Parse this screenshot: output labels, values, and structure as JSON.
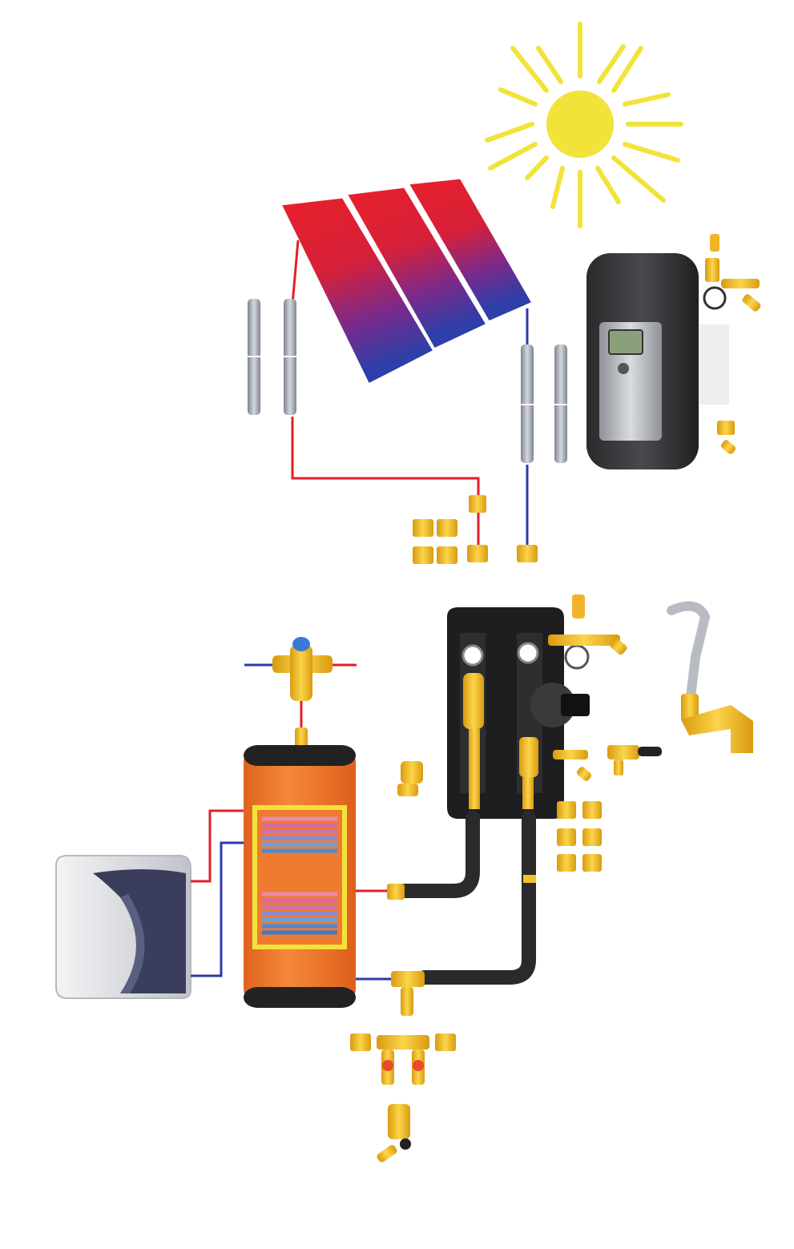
{
  "diagram": {
    "type": "solar-thermal-system-illustration",
    "text_labels": [],
    "colors": {
      "sun": "#f2e33a",
      "hot_pipe": "#e21e2a",
      "cold_pipe": "#2b3aa8",
      "brass": "#f2c12a",
      "tank": "#ef7a2c",
      "insulation": "#2a2a2a"
    },
    "components": [
      {
        "name": "sun",
        "icon": "sun-icon"
      },
      {
        "name": "solar-collector-panels",
        "count": 3
      },
      {
        "name": "solar-pump-station",
        "icon": "pump-station-icon"
      },
      {
        "name": "flexible-connection-hoses",
        "count": 4
      },
      {
        "name": "compression-fittings"
      },
      {
        "name": "thermostatic-mixing-valve"
      },
      {
        "name": "hot-water-storage-tank",
        "coils": 2
      },
      {
        "name": "boiler-unit"
      },
      {
        "name": "circulation-pump-group"
      },
      {
        "name": "expansion-vessel-hose-and-bracket"
      },
      {
        "name": "fill-and-drain-valves"
      }
    ]
  }
}
